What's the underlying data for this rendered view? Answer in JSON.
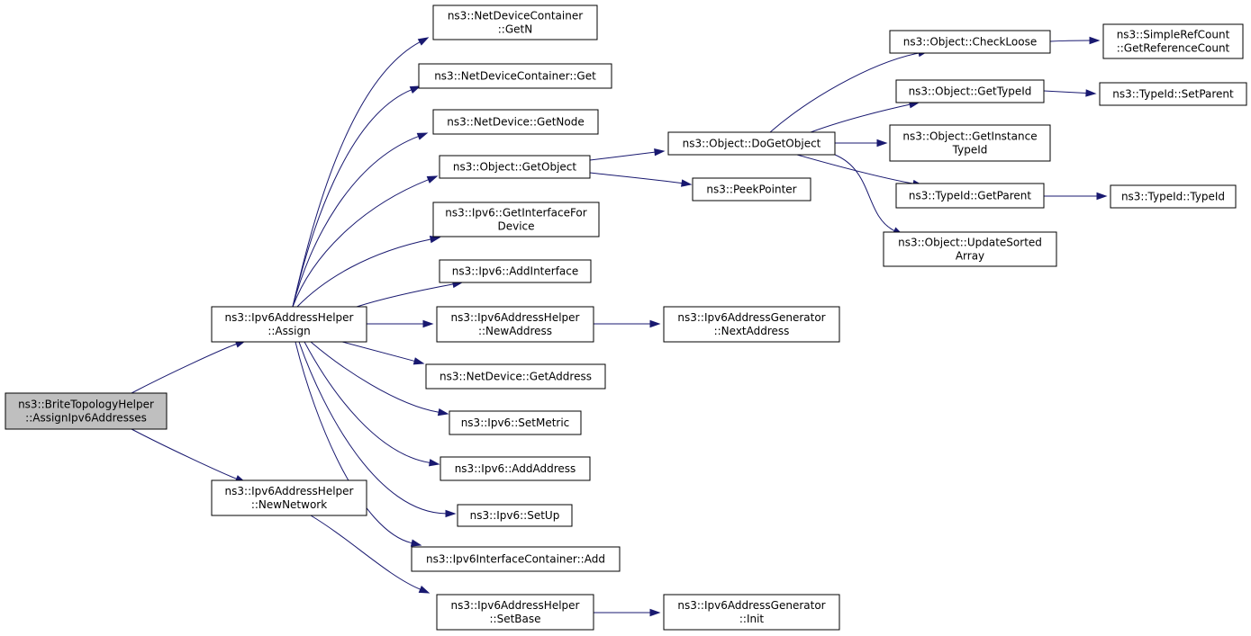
{
  "diagram": {
    "nodes": [
      {
        "id": "n0",
        "lines": [
          "ns3::BriteTopologyHelper",
          "::AssignIpv6Addresses"
        ],
        "root": true
      },
      {
        "id": "n1",
        "lines": [
          "ns3::Ipv6AddressHelper",
          "::Assign"
        ]
      },
      {
        "id": "n2",
        "lines": [
          "ns3::Ipv6AddressHelper",
          "::NewNetwork"
        ]
      },
      {
        "id": "n3",
        "lines": [
          "ns3::NetDeviceContainer",
          "::GetN"
        ]
      },
      {
        "id": "n4",
        "lines": [
          "ns3::NetDeviceContainer::Get"
        ]
      },
      {
        "id": "n5",
        "lines": [
          "ns3::NetDevice::GetNode"
        ]
      },
      {
        "id": "n6",
        "lines": [
          "ns3::Object::GetObject"
        ]
      },
      {
        "id": "n7",
        "lines": [
          "ns3::Ipv6::GetInterfaceFor",
          "Device"
        ]
      },
      {
        "id": "n8",
        "lines": [
          "ns3::Ipv6::AddInterface"
        ]
      },
      {
        "id": "n9",
        "lines": [
          "ns3::Ipv6AddressHelper",
          "::NewAddress"
        ]
      },
      {
        "id": "n10",
        "lines": [
          "ns3::NetDevice::GetAddress"
        ]
      },
      {
        "id": "n11",
        "lines": [
          "ns3::Ipv6::SetMetric"
        ]
      },
      {
        "id": "n12",
        "lines": [
          "ns3::Ipv6::AddAddress"
        ]
      },
      {
        "id": "n13",
        "lines": [
          "ns3::Ipv6::SetUp"
        ]
      },
      {
        "id": "n14",
        "lines": [
          "ns3::Ipv6InterfaceContainer::Add"
        ]
      },
      {
        "id": "n15",
        "lines": [
          "ns3::Ipv6AddressHelper",
          "::SetBase"
        ]
      },
      {
        "id": "n16",
        "lines": [
          "ns3::Object::DoGetObject"
        ]
      },
      {
        "id": "n17",
        "lines": [
          "ns3::PeekPointer"
        ]
      },
      {
        "id": "n18",
        "lines": [
          "ns3::Ipv6AddressGenerator",
          "::NextAddress"
        ]
      },
      {
        "id": "n19",
        "lines": [
          "ns3::Ipv6AddressGenerator",
          "::Init"
        ]
      },
      {
        "id": "n20",
        "lines": [
          "ns3::Object::CheckLoose"
        ]
      },
      {
        "id": "n21",
        "lines": [
          "ns3::Object::GetTypeId"
        ]
      },
      {
        "id": "n22",
        "lines": [
          "ns3::Object::GetInstance",
          "TypeId"
        ]
      },
      {
        "id": "n23",
        "lines": [
          "ns3::TypeId::GetParent"
        ]
      },
      {
        "id": "n24",
        "lines": [
          "ns3::Object::UpdateSorted",
          "Array"
        ]
      },
      {
        "id": "n25",
        "lines": [
          "ns3::SimpleRefCount",
          "::GetReferenceCount"
        ]
      },
      {
        "id": "n26",
        "lines": [
          "ns3::TypeId::SetParent"
        ]
      },
      {
        "id": "n27",
        "lines": [
          "ns3::TypeId::TypeId"
        ]
      }
    ],
    "edges": [
      {
        "from": "n0",
        "to": "n1"
      },
      {
        "from": "n0",
        "to": "n2"
      },
      {
        "from": "n1",
        "to": "n3"
      },
      {
        "from": "n1",
        "to": "n4"
      },
      {
        "from": "n1",
        "to": "n5"
      },
      {
        "from": "n1",
        "to": "n6"
      },
      {
        "from": "n1",
        "to": "n7"
      },
      {
        "from": "n1",
        "to": "n8"
      },
      {
        "from": "n1",
        "to": "n9"
      },
      {
        "from": "n1",
        "to": "n10"
      },
      {
        "from": "n1",
        "to": "n11"
      },
      {
        "from": "n1",
        "to": "n12"
      },
      {
        "from": "n1",
        "to": "n13"
      },
      {
        "from": "n1",
        "to": "n14"
      },
      {
        "from": "n2",
        "to": "n15"
      },
      {
        "from": "n6",
        "to": "n16"
      },
      {
        "from": "n6",
        "to": "n17"
      },
      {
        "from": "n9",
        "to": "n18"
      },
      {
        "from": "n15",
        "to": "n19"
      },
      {
        "from": "n16",
        "to": "n20"
      },
      {
        "from": "n16",
        "to": "n21"
      },
      {
        "from": "n16",
        "to": "n22"
      },
      {
        "from": "n16",
        "to": "n23"
      },
      {
        "from": "n16",
        "to": "n24"
      },
      {
        "from": "n20",
        "to": "n25"
      },
      {
        "from": "n21",
        "to": "n26"
      },
      {
        "from": "n23",
        "to": "n27"
      }
    ],
    "colors": {
      "edge": "#191970",
      "root_fill": "#bfbfbf",
      "node_fill": "#ffffff",
      "border": "#000000"
    }
  }
}
